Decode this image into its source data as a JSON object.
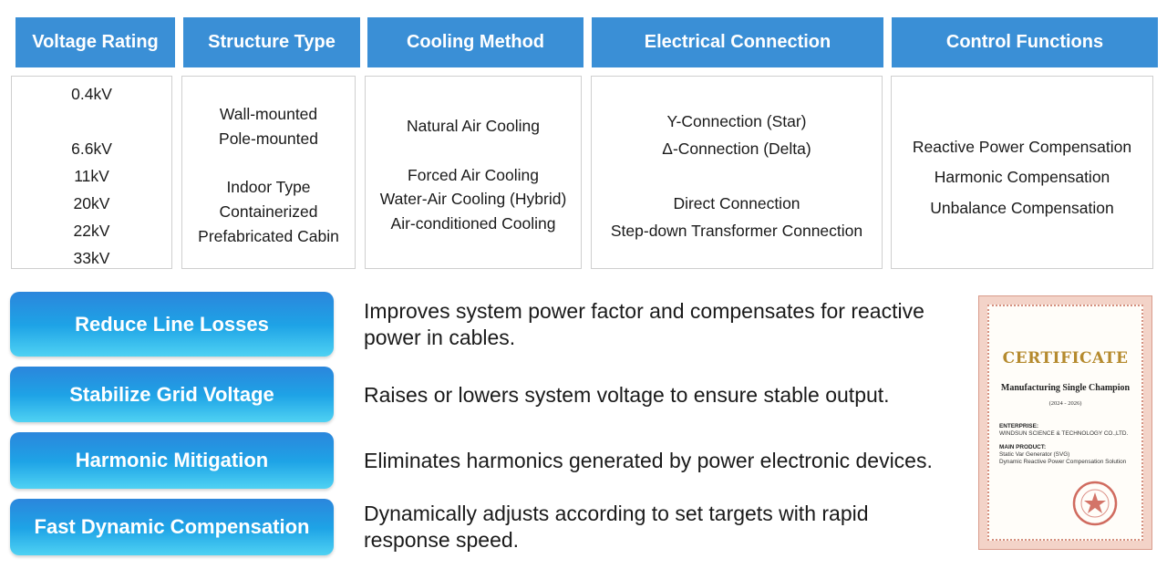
{
  "table": {
    "columns": [
      {
        "header": "Voltage Rating",
        "items": [
          "0.4kV",
          "6.6kV",
          "11kV",
          "20kV",
          "22kV",
          "33kV"
        ]
      },
      {
        "header": "Structure Type",
        "items": [
          "Wall-mounted",
          "Pole-mounted",
          "Indoor Type",
          "Containerized",
          "Prefabricated Cabin"
        ]
      },
      {
        "header": "Cooling Method",
        "items": [
          "Natural Air Cooling",
          "Forced Air Cooling",
          "Water-Air Cooling (Hybrid)",
          "Air-conditioned Cooling"
        ]
      },
      {
        "header": "Electrical Connection",
        "items": [
          "Y-Connection (Star)",
          "Δ-Connection (Delta)",
          "Direct Connection",
          "Step-down Transformer Connection"
        ]
      },
      {
        "header": "Control Functions",
        "items": [
          "Reactive Power Compensation",
          "Harmonic Compensation",
          "Unbalance Compensation"
        ]
      }
    ]
  },
  "benefits": [
    {
      "label": "Reduce Line Losses",
      "desc_lines": [
        "Improves system power factor and compensates for reactive",
        "power in cables."
      ]
    },
    {
      "label": "Stabilize Grid Voltage",
      "desc_lines": [
        "Raises or lowers system voltage to ensure stable output."
      ]
    },
    {
      "label": "Harmonic Mitigation",
      "desc_lines": [
        "Eliminates harmonics generated by power electronic devices."
      ]
    },
    {
      "label": "Fast Dynamic Compensation",
      "desc_lines": [
        "Dynamically adjusts according to set targets with rapid",
        "response speed."
      ]
    }
  ],
  "certificate": {
    "title": "CERTIFICATE",
    "subtitle": "Manufacturing Single Champion",
    "years": "(2024 - 2026)",
    "enterprise_label": "ENTERPRISE:",
    "enterprise": "WINDSUN SCIENCE & TECHNOLOGY CO.,LTD.",
    "product_label": "MAIN PRODUCT:",
    "product_lines": [
      "Static Var Generator (SVG)",
      "Dynamic Reactive Power Compensation Solution"
    ]
  },
  "colors": {
    "header_blue": "#3a8fd6",
    "pill_top": "#2b86dc",
    "pill_bottom": "#4fd2f3",
    "cert_gold": "#b58a2e",
    "seal_red": "#c0392b"
  }
}
